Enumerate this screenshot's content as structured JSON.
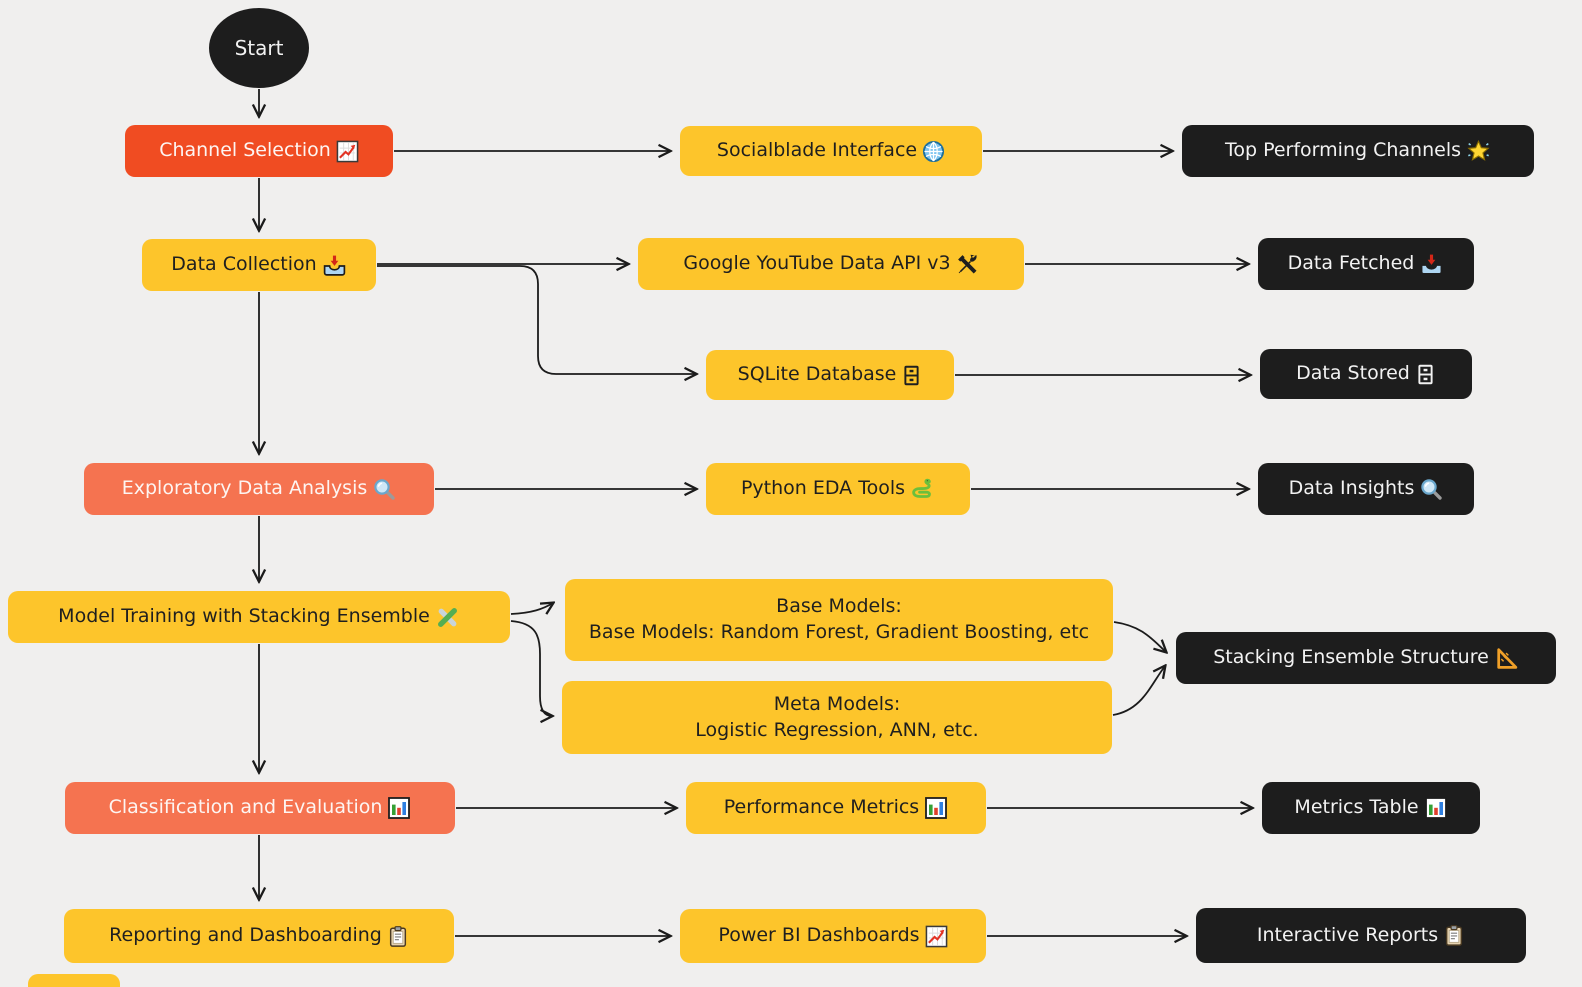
{
  "diagram": {
    "type": "flowchart",
    "background": "#f0efee",
    "colors": {
      "stage_red": "#f04c22",
      "stage_coral": "#f57350",
      "process_yellow": "#fdc52b",
      "result_dark": "#1d1d1d",
      "edge": "#1b1b1b"
    },
    "nodes": {
      "start": {
        "label": "Start",
        "shape": "ellipse",
        "color": "dark"
      },
      "channel_selection": {
        "label": "Channel Selection",
        "icon": "chart-increasing",
        "emoji": "📈",
        "color": "red"
      },
      "socialblade": {
        "label": "Socialblade Interface",
        "icon": "globe",
        "emoji": "🌐",
        "color": "yellow"
      },
      "top_channels": {
        "label": "Top Performing Channels",
        "icon": "glowing-star",
        "emoji": "🌟",
        "color": "dark"
      },
      "data_collection": {
        "label": "Data Collection",
        "icon": "inbox-tray",
        "emoji": "📥",
        "color": "yellow"
      },
      "youtube_api": {
        "label": "Google YouTube Data API v3",
        "icon": "hammer-wrench",
        "emoji": "🛠️",
        "color": "yellow"
      },
      "data_fetched": {
        "label": "Data Fetched",
        "icon": "inbox-tray",
        "emoji": "📥",
        "color": "dark"
      },
      "sqlite": {
        "label": "SQLite Database",
        "icon": "file-cabinet",
        "emoji": "🗄️",
        "color": "yellow"
      },
      "data_stored": {
        "label": "Data Stored",
        "icon": "file-cabinet",
        "emoji": "🗄️",
        "color": "dark"
      },
      "eda": {
        "label": "Exploratory Data Analysis",
        "icon": "magnifier",
        "emoji": "🔍",
        "color": "coral"
      },
      "python_eda": {
        "label": "Python EDA Tools",
        "icon": "snake",
        "emoji": "🐍",
        "color": "yellow"
      },
      "data_insights": {
        "label": "Data Insights",
        "icon": "magnifier",
        "emoji": "🔍",
        "color": "dark"
      },
      "model_training": {
        "label": "Model Training with Stacking Ensemble",
        "icon": "puzzle",
        "emoji": "🧩",
        "color": "yellow"
      },
      "base_models": {
        "line1": "Base Models:",
        "line2": "Base Models: Random Forest, Gradient Boosting, etc",
        "color": "yellow"
      },
      "meta_models": {
        "line1": "Meta Models:",
        "line2": "Logistic Regression, ANN, etc.",
        "color": "yellow"
      },
      "stacking_structure": {
        "label": "Stacking Ensemble Structure",
        "icon": "triangular-ruler",
        "emoji": "📐",
        "color": "dark"
      },
      "classification": {
        "label": "Classification and Evaluation",
        "icon": "bar-chart",
        "emoji": "📊",
        "color": "coral"
      },
      "performance_metrics": {
        "label": "Performance Metrics",
        "icon": "bar-chart",
        "emoji": "📊",
        "color": "yellow"
      },
      "metrics_table": {
        "label": "Metrics Table",
        "icon": "bar-chart",
        "emoji": "📊",
        "color": "dark"
      },
      "reporting": {
        "label": "Reporting and Dashboarding",
        "icon": "clipboard",
        "emoji": "📋",
        "color": "yellow"
      },
      "powerbi": {
        "label": "Power BI Dashboards",
        "icon": "chart-increasing",
        "emoji": "📈",
        "color": "yellow"
      },
      "interactive_reports": {
        "label": "Interactive Reports",
        "icon": "clipboard",
        "emoji": "📋",
        "color": "dark"
      }
    },
    "edges": [
      {
        "from": "start",
        "to": "channel_selection"
      },
      {
        "from": "channel_selection",
        "to": "socialblade"
      },
      {
        "from": "socialblade",
        "to": "top_channels"
      },
      {
        "from": "channel_selection",
        "to": "data_collection"
      },
      {
        "from": "data_collection",
        "to": "youtube_api"
      },
      {
        "from": "data_collection",
        "to": "sqlite"
      },
      {
        "from": "youtube_api",
        "to": "data_fetched"
      },
      {
        "from": "sqlite",
        "to": "data_stored"
      },
      {
        "from": "data_collection",
        "to": "eda"
      },
      {
        "from": "eda",
        "to": "python_eda"
      },
      {
        "from": "python_eda",
        "to": "data_insights"
      },
      {
        "from": "eda",
        "to": "model_training"
      },
      {
        "from": "model_training",
        "to": "base_models"
      },
      {
        "from": "model_training",
        "to": "meta_models"
      },
      {
        "from": "base_models",
        "to": "stacking_structure"
      },
      {
        "from": "meta_models",
        "to": "stacking_structure"
      },
      {
        "from": "model_training",
        "to": "classification"
      },
      {
        "from": "classification",
        "to": "performance_metrics"
      },
      {
        "from": "performance_metrics",
        "to": "metrics_table"
      },
      {
        "from": "classification",
        "to": "reporting"
      },
      {
        "from": "reporting",
        "to": "powerbi"
      },
      {
        "from": "powerbi",
        "to": "interactive_reports"
      }
    ]
  }
}
